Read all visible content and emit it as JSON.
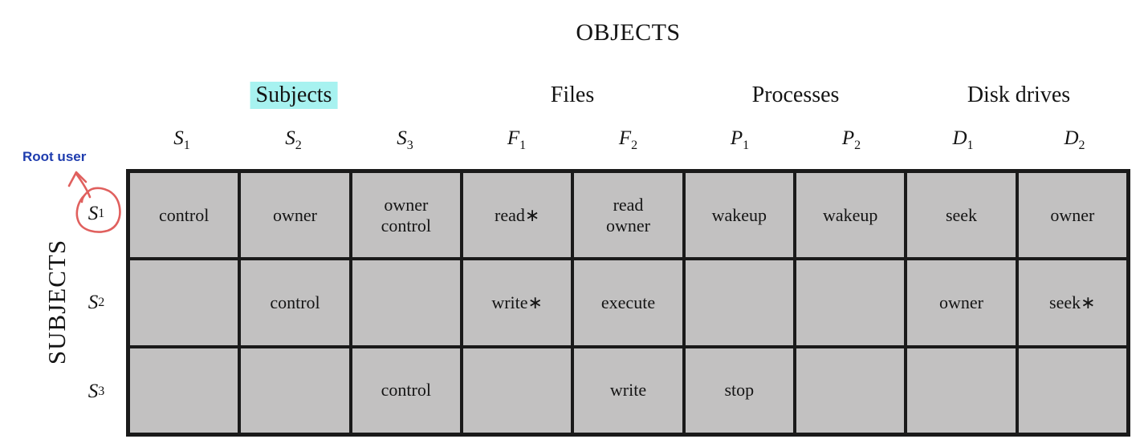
{
  "figure": {
    "top_axis_title": "OBJECTS",
    "side_axis_title": "SUBJECTS"
  },
  "object_groups": [
    {
      "label": "Subjects",
      "highlighted": true
    },
    {
      "label": "Files",
      "highlighted": false
    },
    {
      "label": "Processes",
      "highlighted": false
    },
    {
      "label": "Disk drives",
      "highlighted": false
    }
  ],
  "columns": [
    {
      "base": "S",
      "sub": "1"
    },
    {
      "base": "S",
      "sub": "2"
    },
    {
      "base": "S",
      "sub": "3"
    },
    {
      "base": "F",
      "sub": "1"
    },
    {
      "base": "F",
      "sub": "2"
    },
    {
      "base": "P",
      "sub": "1"
    },
    {
      "base": "P",
      "sub": "2"
    },
    {
      "base": "D",
      "sub": "1"
    },
    {
      "base": "D",
      "sub": "2"
    }
  ],
  "matrix": {
    "rows": [
      {
        "label": {
          "base": "S",
          "sub": "1"
        },
        "cells": [
          "control",
          "owner",
          "owner\ncontrol",
          "read∗",
          "read\nowner",
          "wakeup",
          "wakeup",
          "seek",
          "owner"
        ]
      },
      {
        "label": {
          "base": "S",
          "sub": "2"
        },
        "cells": [
          "",
          "control",
          "",
          "write∗",
          "execute",
          "",
          "",
          "owner",
          "seek∗"
        ]
      },
      {
        "label": {
          "base": "S",
          "sub": "3"
        },
        "cells": [
          "",
          "",
          "control",
          "",
          "write",
          "stop",
          "",
          "",
          ""
        ]
      }
    ]
  },
  "annotation": {
    "label": "Root user",
    "circled_row_header": "S1"
  },
  "colors": {
    "page_bg": "#ffffff",
    "cell_fill": "#c2c1c1",
    "grid_line": "#1a1a1a",
    "subjects_highlight": "#a7f2f0",
    "annotation_red": "#e0605e",
    "root_user_blue": "#1e3cae"
  }
}
